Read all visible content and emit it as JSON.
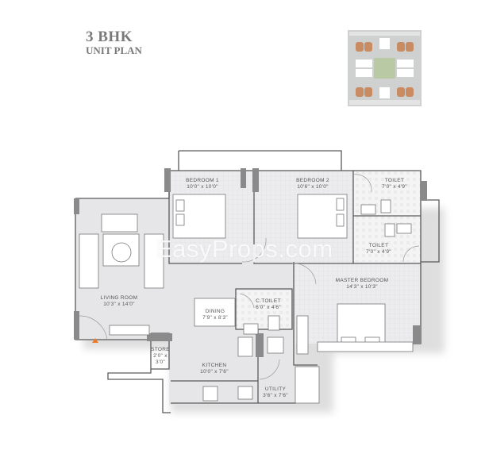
{
  "header": {
    "title": "3 BHK",
    "subtitle": "UNIT PLAN"
  },
  "watermark": "EasyProps.com",
  "rooms": {
    "bedroom1": {
      "name": "BEDROOM 1",
      "size": "10'0\" x 10'0\""
    },
    "bedroom2": {
      "name": "BEDROOM 2",
      "size": "10'6\" x 10'0\""
    },
    "toilet1": {
      "name": "TOILET",
      "size": "7'0\" x 4'9\""
    },
    "toilet2": {
      "name": "TOILET",
      "size": "7'0\" x 4'9\""
    },
    "master": {
      "name": "MASTER BEDROOM",
      "size": "14'3\" x 10'3\""
    },
    "living": {
      "name": "LIVING ROOM",
      "size": "10'3\" x 14'0\""
    },
    "dining": {
      "name": "DINING",
      "size": "7'9\" x 8'3\""
    },
    "ctoilet": {
      "name": "C.TOILET",
      "size": "6'0\" x 4'6\""
    },
    "store": {
      "name": "STORE",
      "size1": "2'0\" x",
      "size2": "3'0\""
    },
    "kitchen": {
      "name": "KITCHEN",
      "size": "10'0\" x 7'6\""
    },
    "utility": {
      "name": "UTILITY",
      "size": "3'6\" x 7'6\""
    }
  },
  "colors": {
    "floor": "#e6e6e8",
    "wall": "#5a5a5a",
    "pillar": "#8a8a8a",
    "entry_marker": "#f07a2a",
    "thumb_unit": "#c98c62",
    "thumb_green": "#b9c9a4"
  }
}
